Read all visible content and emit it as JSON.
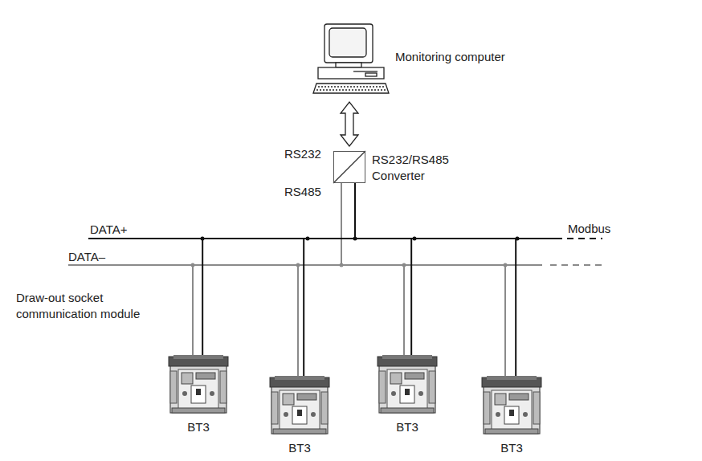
{
  "diagram": {
    "nodes": [
      {
        "text": [
          "Monitoring computer"
        ]
      },
      {
        "text": [
          "RS232/RS485 Converter"
        ]
      },
      {
        "text": [
          "BT3"
        ]
      },
      {
        "text": [
          "BT3"
        ]
      },
      {
        "text": [
          "BT3"
        ]
      },
      {
        "text": [
          "BT3"
        ]
      }
    ],
    "edges": [
      {
        "from": 0,
        "to": 1,
        "arrow": "both"
      },
      {
        "from": 1,
        "to": 2,
        "arrow": "none"
      },
      {
        "from": 1,
        "to": 3,
        "arrow": "none"
      },
      {
        "from": 1,
        "to": 4,
        "arrow": "none"
      },
      {
        "from": 1,
        "to": 5,
        "arrow": "none"
      }
    ],
    "labels": [
      "RS232",
      "RS485",
      "DATA+",
      "DATA–",
      "Modbus",
      "Draw-out socket communication module"
    ]
  }
}
